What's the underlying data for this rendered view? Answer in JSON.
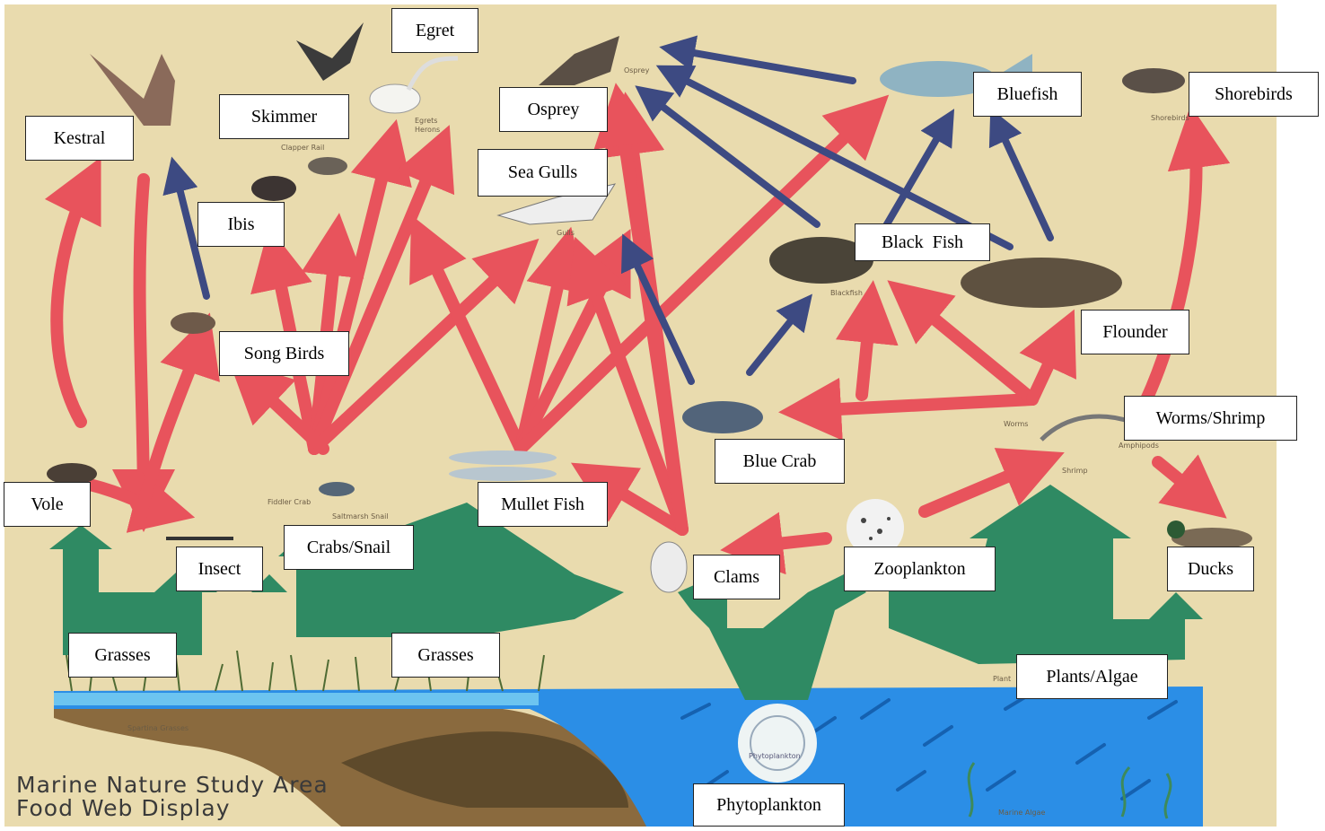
{
  "display_title": [
    "Marine Nature Study Area",
    "Food Web Display"
  ],
  "organisms": {
    "kestral": "Kestral",
    "skimmer": "Skimmer",
    "egret": "Egret",
    "osprey": "Osprey",
    "sea_gulls": "Sea Gulls",
    "bluefish": "Bluefish",
    "shorebirds": "Shorebirds",
    "ibis": "Ibis",
    "black_fish": "Black  Fish",
    "flounder": "Flounder",
    "song_birds": "Song Birds",
    "worms_shrimp": "Worms/Shrimp",
    "blue_crab": "Blue Crab",
    "vole": "Vole",
    "mullet_fish": "Mullet Fish",
    "crabs_snail": "Crabs/Snail",
    "insect": "Insect",
    "clams": "Clams",
    "zooplankton": "Zooplankton",
    "ducks": "Ducks",
    "grasses_left": "Grasses",
    "grasses_right": "Grasses",
    "plants_algae": "Plants/Algae",
    "phytoplankton": "Phytoplankton"
  },
  "panel_printed_labels": {
    "osprey": "Osprey",
    "egrets_herons": "Egrets Herons",
    "clapper_rail": "Clapper Rail",
    "gulls": "Gulls",
    "shorebirds": "Shorebirds",
    "blackfish": "Blackfish",
    "worms": "Worms",
    "amphipods": "Amphipods",
    "shrimp": "Shrimp",
    "fiddler_crab": "Fiddler Crab",
    "saltmarsh_snail": "Saltmarsh Snail",
    "spartina_grasses": "Spartina Grasses",
    "plant": "Plant",
    "marine_algae": "Marine Algae",
    "phytoplankton": "Phytoplankton"
  },
  "colors": {
    "panel_background": "#e9dbae",
    "red_arrow": "#e8535c",
    "blue_arrow": "#3d4a82",
    "green_arrow": "#2f8a63",
    "water": "#2b8ee6",
    "mud": "#8a6a3e"
  }
}
